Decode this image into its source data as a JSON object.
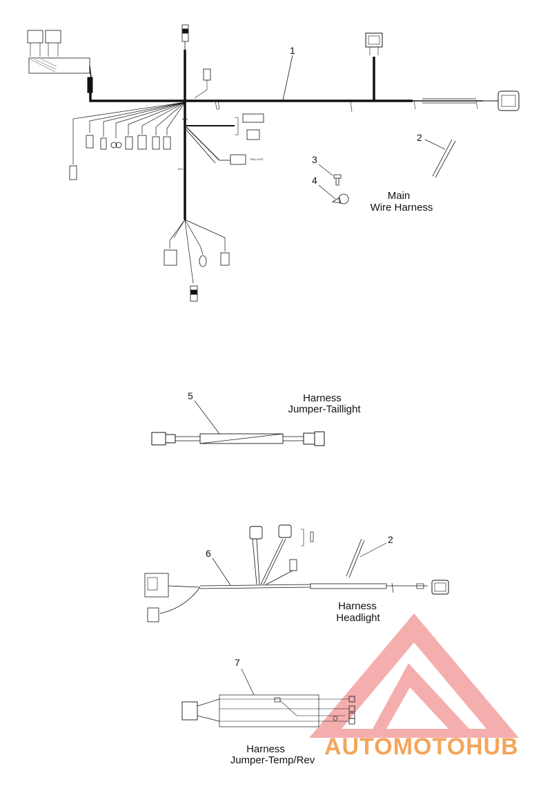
{
  "main_harness": {
    "callout": "1",
    "line1": "Main",
    "line2": "Wire Harness"
  },
  "cable_tie": {
    "callout_top": "2",
    "callout_headlight": "2"
  },
  "screw": {
    "callout": "3"
  },
  "clip": {
    "callout": "4"
  },
  "taillight_jumper": {
    "callout": "5",
    "line1": "Harness",
    "line2": "Jumper-Taillight"
  },
  "headlight_harness": {
    "callout": "6",
    "line1": "Harness",
    "line2": "Headlight"
  },
  "temp_rev_jumper": {
    "callout": "7",
    "line1": "Harness",
    "line2": "Jumper-Temp/Rev"
  },
  "watermark": {
    "text": "AUTOMOTOHUB",
    "color_primary": "#f07a7a",
    "color_secondary": "#f7a84a",
    "color_dark": "#555555"
  }
}
